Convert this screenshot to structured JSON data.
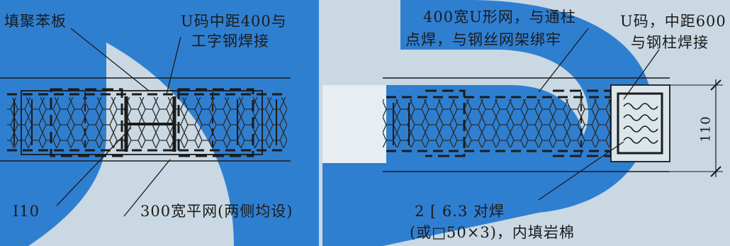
{
  "colors": {
    "background": "#c9d8e2",
    "watermark_blue": "#2f7fd1",
    "watermark_light": "#e7edf1",
    "line": "#1b1b1b",
    "fill_pale": "#dbe5ec"
  },
  "left_detail": {
    "labels": {
      "foam_fill": "填聚苯板",
      "u_clip_line1": "U码中距400与",
      "u_clip_line2": "工字钢焊接",
      "i_beam": "I10",
      "flat_mesh": "300宽平网(两侧均设)"
    }
  },
  "right_detail": {
    "labels": {
      "u_mesh_line1": "400宽U形网，与通柱",
      "u_mesh_line2": "点焊，与钢丝网架绑牢",
      "u_clip_line1": "U码，中距600",
      "u_clip_line2": "与钢柱焊接",
      "channel_line1": "2 [ 6.3 对焊",
      "channel_line2": "(或□50×3)，内填岩棉",
      "dimension": "110"
    }
  },
  "icons": [
    "honeycomb-mesh-pattern",
    "dimension-arrow"
  ]
}
